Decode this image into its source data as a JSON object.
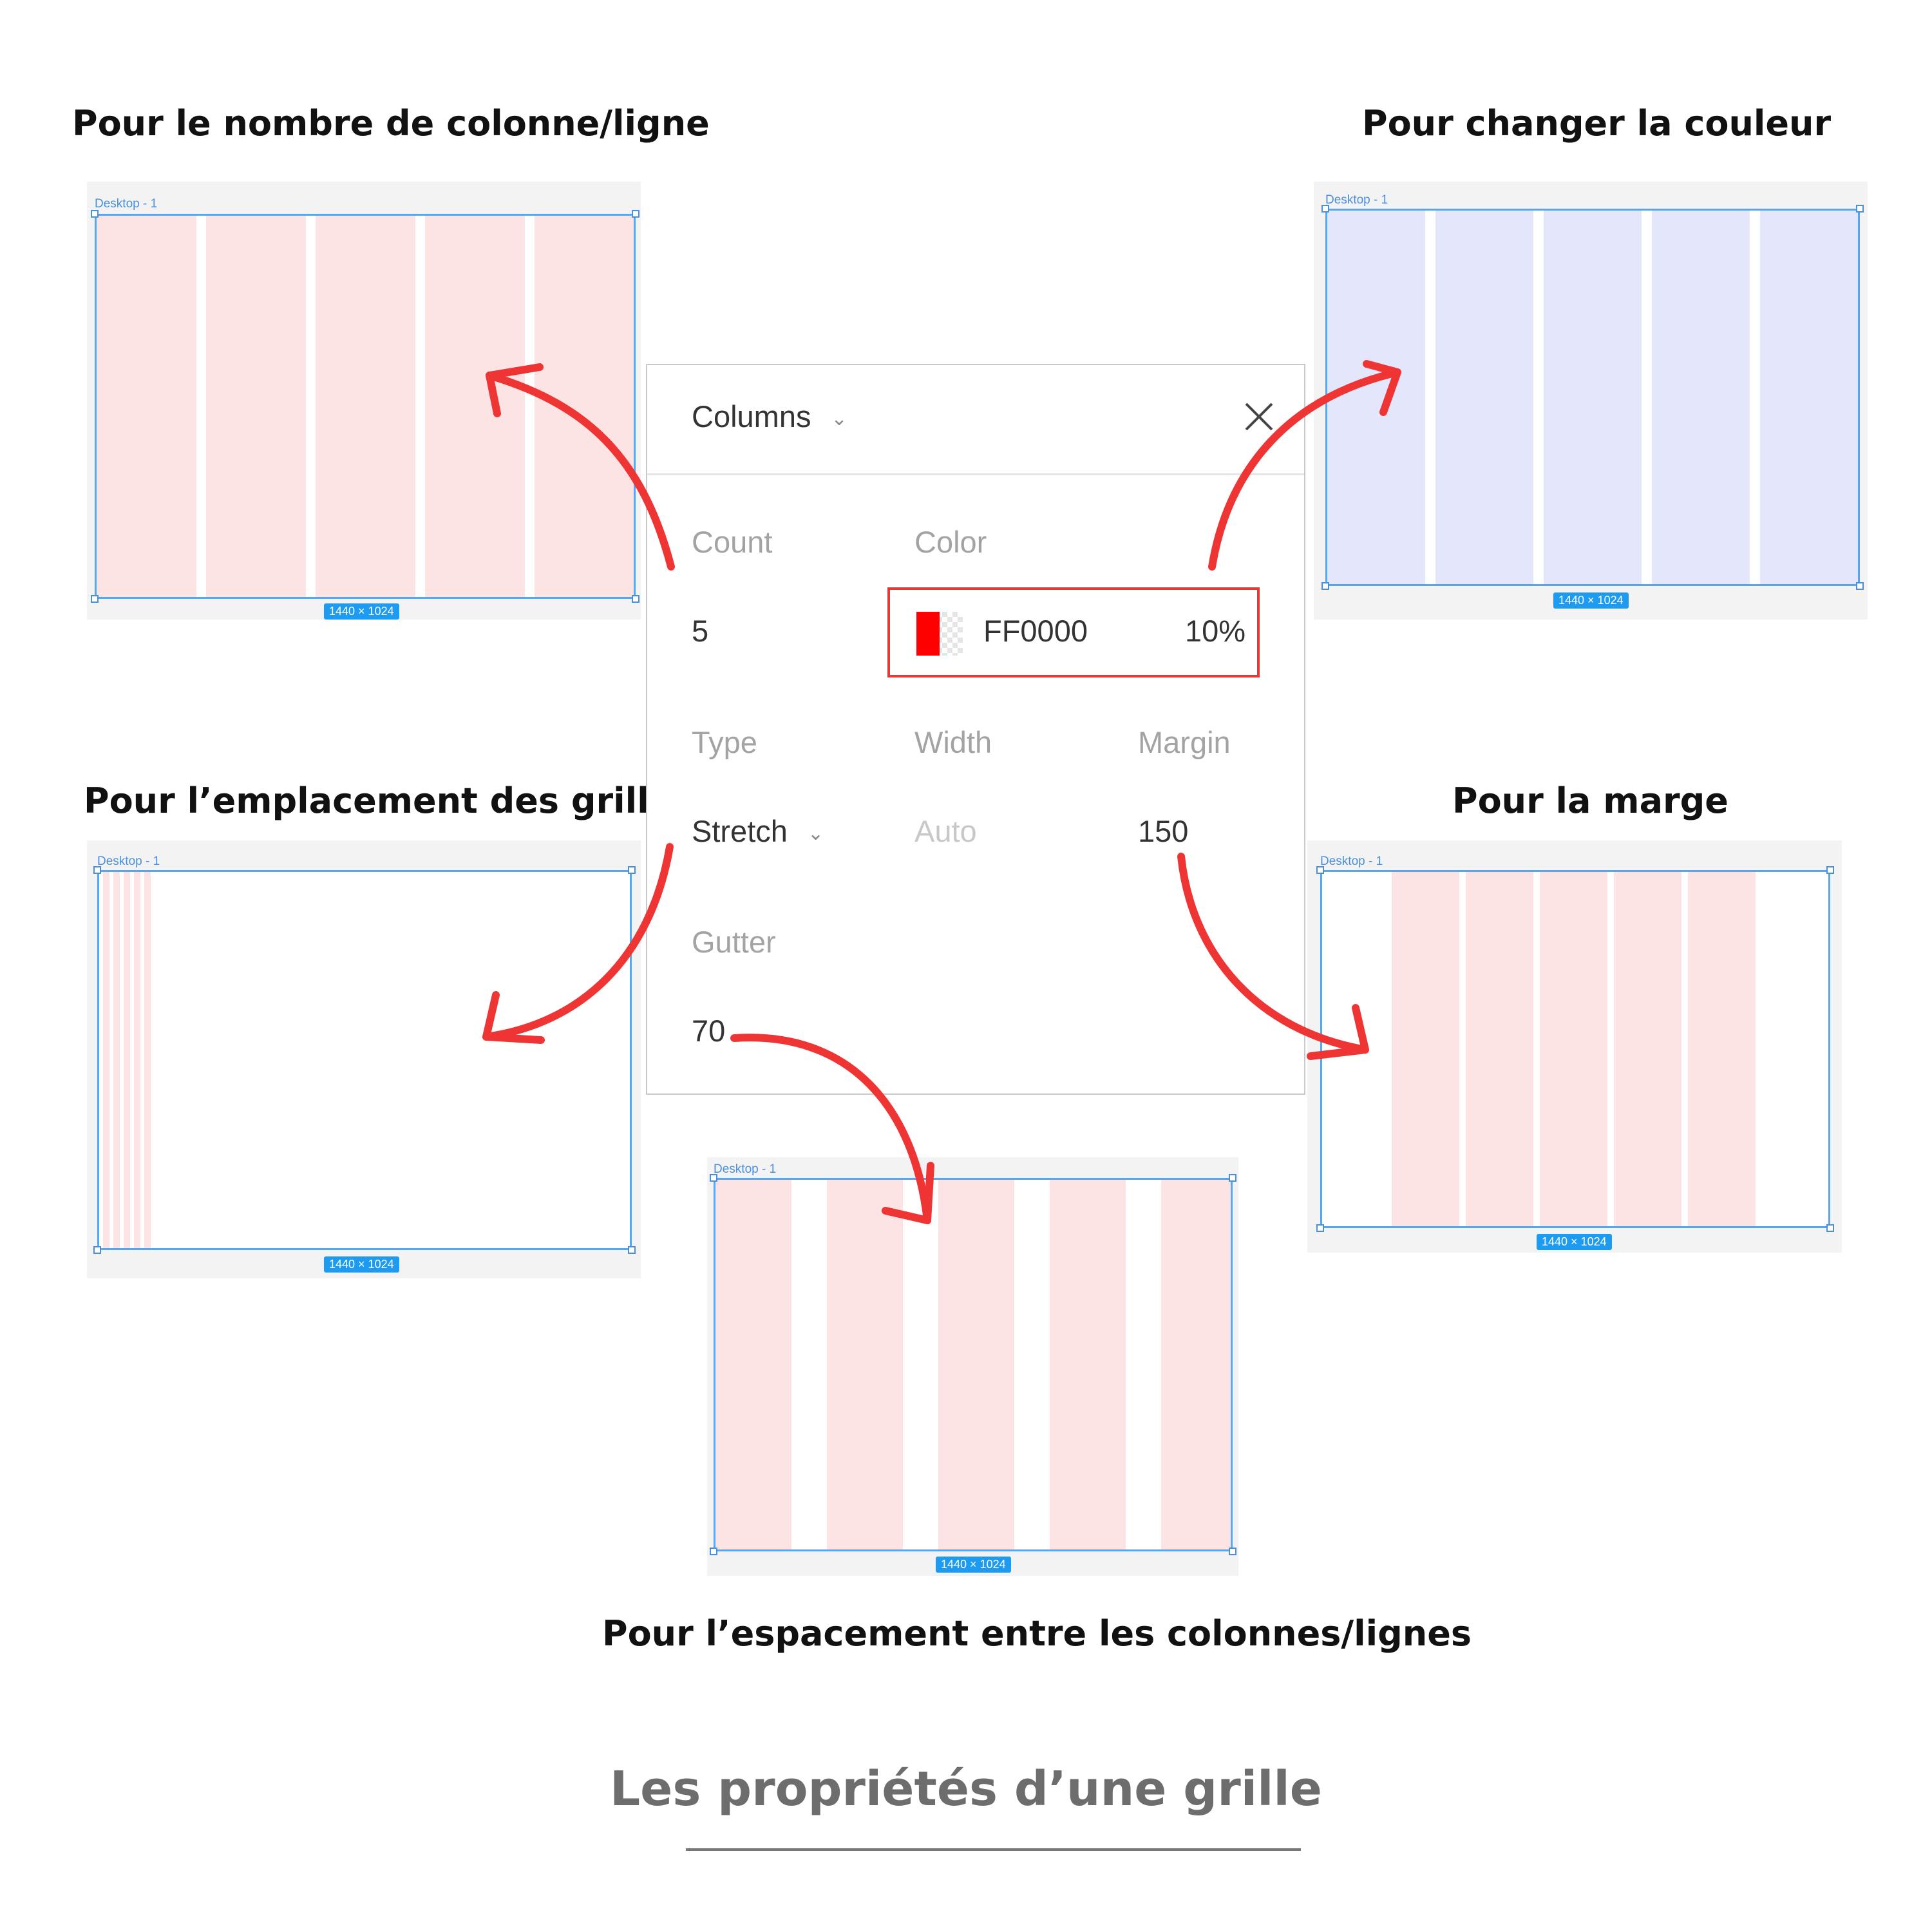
{
  "captions": {
    "count": "Pour le nombre de colonne/ligne",
    "color": "Pour changer la couleur",
    "type": "Pour  l’emplacement des grilles",
    "margin": "Pour la marge",
    "gutter": "Pour l’espacement entre les colonnes/lignes"
  },
  "frame": {
    "label": "Desktop - 1",
    "size": "1440 × 1024"
  },
  "panel": {
    "header": "Columns",
    "count_label": "Count",
    "count_value": "5",
    "color_label": "Color",
    "color_hex": "FF0000",
    "color_opacity": "10%",
    "type_label": "Type",
    "type_value": "Stretch",
    "width_label": "Width",
    "width_value": "Auto",
    "margin_label": "Margin",
    "margin_value": "150",
    "gutter_label": "Gutter",
    "gutter_value": "70"
  },
  "colors": {
    "red_grid": "#fde4e4",
    "blue_grid": "#e4e6fb",
    "arrow": "#ef3434",
    "highlight": "#e53935",
    "swatch": "#ff0000"
  },
  "title": "Les propriétés d’une grille"
}
